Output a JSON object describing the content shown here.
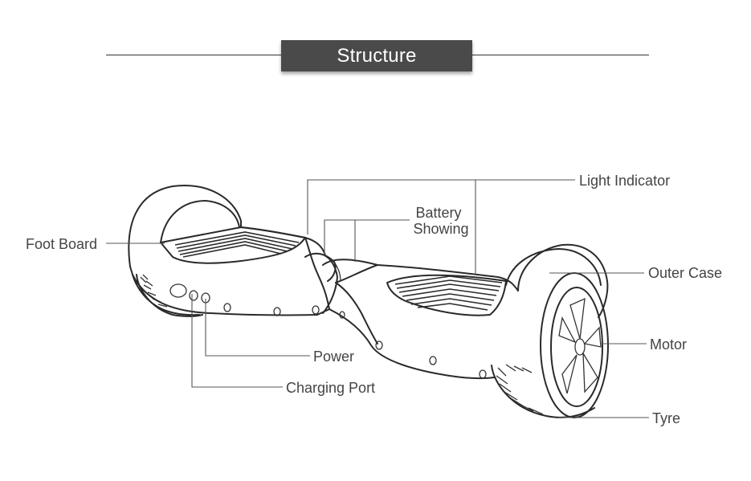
{
  "header": {
    "title": "Structure"
  },
  "labels": {
    "light_indicator": "Light Indicator",
    "battery_line1": "Battery",
    "battery_line2": "Showing",
    "foot_board": "Foot Board",
    "outer_case": "Outer Case",
    "motor": "Motor",
    "power": "Power",
    "charging_port": "Charging Port",
    "tyre": "Tyre"
  },
  "colors": {
    "title_bg": "#4a4a4a",
    "title_text": "#ffffff",
    "line": "#2a2a2a",
    "label": "#444444"
  }
}
